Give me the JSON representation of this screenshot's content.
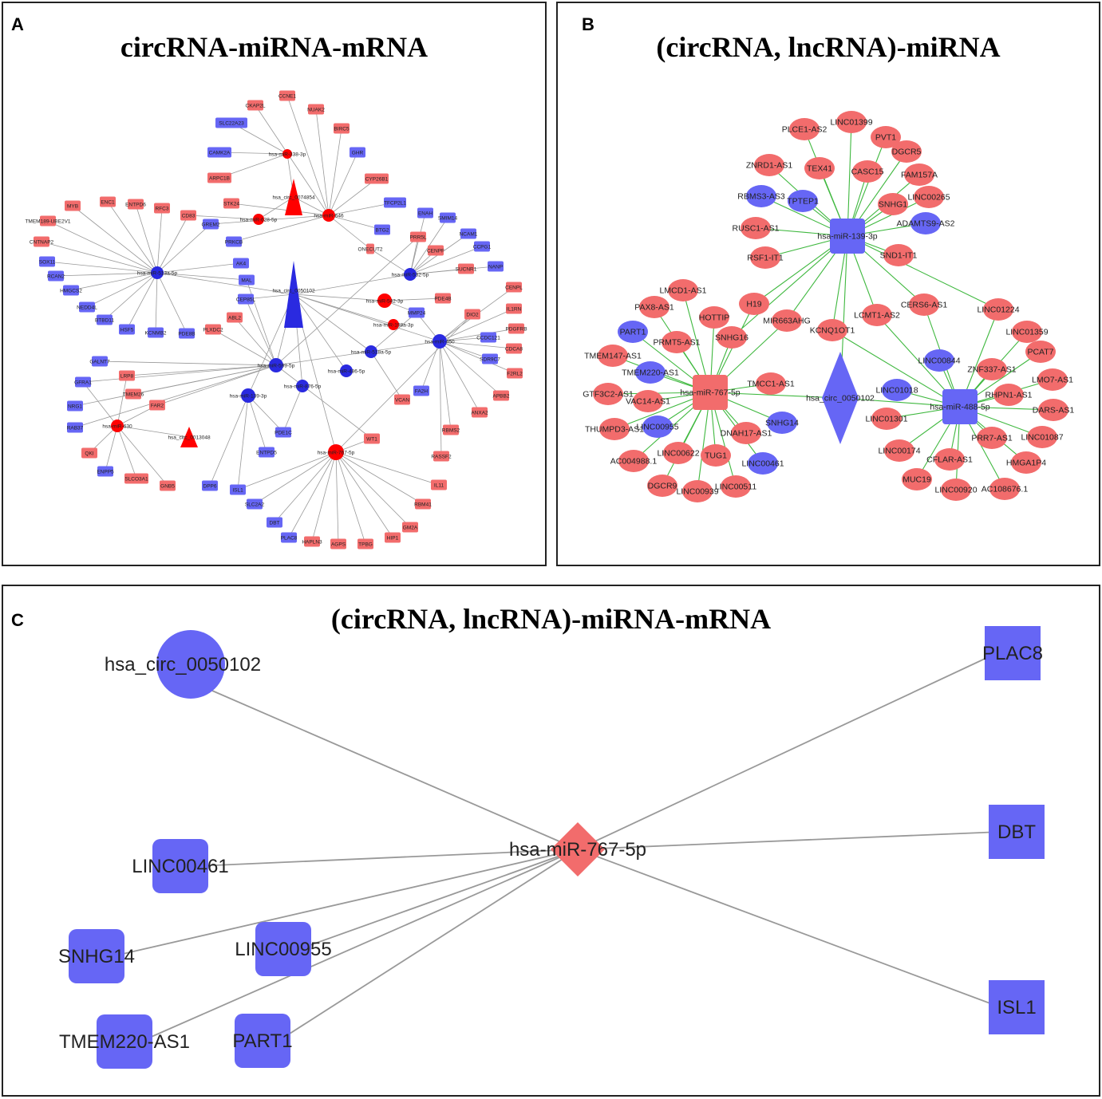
{
  "panelA": {
    "label": "A",
    "title": "circRNA-miRNA-mRNA",
    "node_labels": [
      "CCNE1",
      "CKAP2L",
      "NUAK2",
      "SLC22A23",
      "BIRC5",
      "CAMK2A",
      "hsa-miR-338-3p",
      "GHR",
      "ARPC1B",
      "CYP26B1",
      "hsa_circ_0074854",
      "STK24",
      "hsa-miR-628-5p",
      "hsa-miR-646",
      "TFCP2L1",
      "MYB",
      "ENC1",
      "ENTPD6",
      "RFC3",
      "CD83",
      "GREM2",
      "ENAH",
      "SMIM14",
      "TMEM189-UBE2V1",
      "PRKCB",
      "BTG2",
      "PRR5L",
      "NCAM1",
      "CNTNAP2",
      "ONECUT2",
      "CENPF",
      "CCPG1",
      "SOX11",
      "AK4",
      "SUCNR1",
      "NANP",
      "RCAN2",
      "hsa-miR-513a-5p",
      "MAL",
      "hsa-miR-532-5p",
      "HMGCS2",
      "hsa_circ_0050102",
      "CENPL",
      "NEDD4L",
      "hsa-miR-542-3p",
      "PDE4B",
      "IL1RN",
      "BTBD11",
      "CEP85L",
      "MMP24",
      "DIO2",
      "HSF5",
      "KCNMB2",
      "PDE8B",
      "ABL2",
      "hsa-miR-198a-3p",
      "PDGFRB",
      "PLXDC2",
      "hsa-miR-450",
      "CCDC121",
      "CDCA8",
      "hsa-miR-518a-5p",
      "SDR9C7",
      "GALNT7",
      "hsa-miR-599-5p",
      "F2RL2",
      "GFRA1",
      "LRP8",
      "hsa-miR-486-5p",
      "TMEM26",
      "hsa-miR-876-5p",
      "FA2H",
      "NRG1",
      "FAR2",
      "hsa-miR-139-3p",
      "APBB2",
      "ANXA2",
      "RAB37",
      "hsa-miR-630",
      "VCAN",
      "hsa_circ_0013048",
      "PDE1C",
      "RBMS2",
      "QKI",
      "WT1",
      "ENTPD5",
      "ENPP5",
      "SLCO3A1",
      "hsa-miR-767-5p",
      "RASSF2",
      "GNB5",
      "DPP6",
      "ISL1",
      "IL11",
      "SLC2A2",
      "RBM41",
      "DBT",
      "GM2A",
      "PLAC8",
      "HAPLN3",
      "AGPS",
      "TPBG",
      "HIP1"
    ]
  },
  "panelB": {
    "label": "B",
    "title": "(circRNA, lncRNA)-miRNA",
    "node_labels": [
      "PLCE1-AS2",
      "LINC01399",
      "PVT1",
      "ZNRD1-AS1",
      "DGCR5",
      "TEX41",
      "CASC15",
      "FAM157A",
      "RBMS3-AS3",
      "TPTEP1",
      "SNHG1",
      "LINC00265",
      "RUSC1-AS1",
      "hsa-miR-139-3p",
      "ADAMTS9-AS2",
      "RSF1-IT1",
      "SND1-IT1",
      "LMCD1-AS1",
      "PAX8-AS1",
      "HOTTIP",
      "H19",
      "MIR663AHG",
      "CERS6-AS1",
      "LINC01224",
      "PART1",
      "PRMT5-AS1",
      "LCMT1-AS2",
      "LINC01359",
      "SNHG16",
      "KCNQ1OT1",
      "PCAT7",
      "TMEM147-AS1",
      "LINC00844",
      "ZNF337-AS1",
      "LMO7-AS1",
      "TMEM220-AS1",
      "GTF3C2-AS1",
      "hsa-miR-767-5p",
      "TMCC1-AS1",
      "RHPN1-AS1",
      "VAC14-AS1",
      "hsa_circ_0050102",
      "LINC01018",
      "hsa-miR-488-5p",
      "DARS-AS1",
      "THUMPD3-AS1",
      "LINC00955",
      "SNHG14",
      "LINC01301",
      "DNAH17-AS1",
      "PRR7-AS1",
      "LINC01087",
      "AC004988.1",
      "LINC00622",
      "TUG1",
      "LINC00174",
      "HMGA1P4",
      "LINC00461",
      "CFLAR-AS1",
      "DGCR9",
      "MUC19",
      "LINC00939",
      "LINC00511",
      "LINC00920",
      "AC108676.1"
    ]
  },
  "panelC": {
    "label": "C",
    "title": "(circRNA, lncRNA)-miRNA-mRNA",
    "hub": "hsa-miR-767-5p",
    "nodes": [
      "hsa_circ_0050102",
      "LINC00461",
      "SNHG14",
      "LINC00955",
      "TMEM220-AS1",
      "PART1",
      "PLAC8",
      "DBT",
      "ISL1"
    ]
  },
  "colors": {
    "red_node": "#f26c6c",
    "red_node_dark": "#ff0000",
    "blue_node": "#6666f5",
    "blue_node_dark": "#2a2ae0",
    "edge_gray": "#999999",
    "edge_green": "#3fb83f"
  }
}
